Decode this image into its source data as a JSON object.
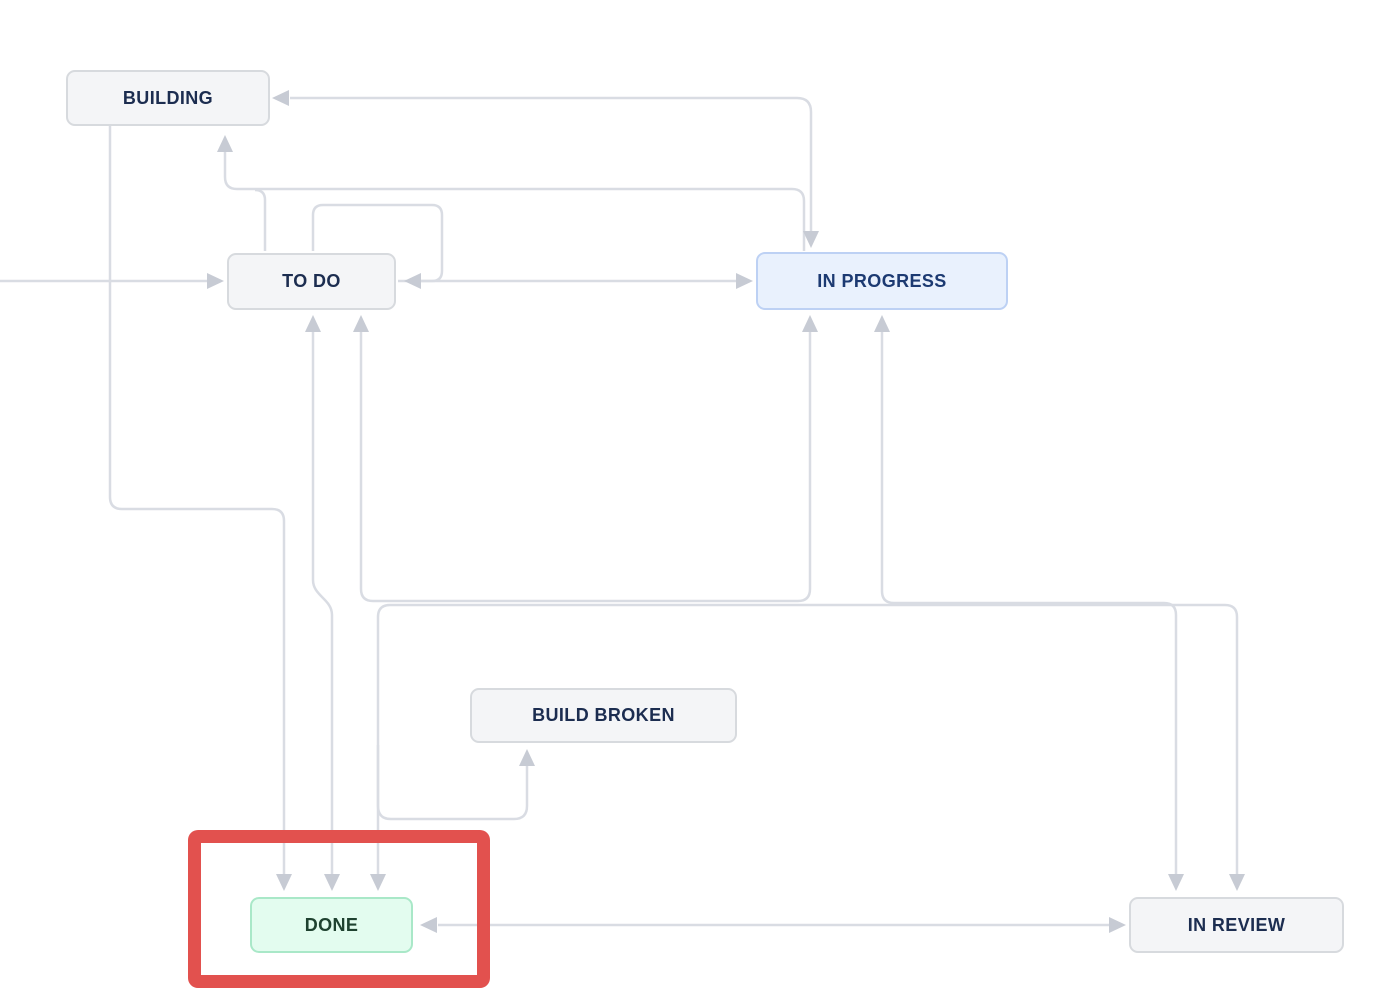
{
  "diagram": {
    "type": "workflow-status-diagram",
    "nodes": [
      {
        "id": "building",
        "label": "BUILDING",
        "category": "default"
      },
      {
        "id": "todo",
        "label": "TO DO",
        "category": "default"
      },
      {
        "id": "inprogress",
        "label": "IN PROGRESS",
        "category": "inprogress"
      },
      {
        "id": "buildbroken",
        "label": "BUILD BROKEN",
        "category": "default"
      },
      {
        "id": "done",
        "label": "DONE",
        "category": "done"
      },
      {
        "id": "inreview",
        "label": "IN REVIEW",
        "category": "default"
      }
    ],
    "arrows": [
      {
        "into": "BUILDING",
        "side": "right"
      },
      {
        "into": "BUILDING",
        "side": "bottom"
      },
      {
        "into": "TO DO",
        "side": "left",
        "note": "enters from left edge of screen"
      },
      {
        "into": "TO DO",
        "side": "right",
        "note": "from self-loop above node"
      },
      {
        "into": "TO DO",
        "side": "bottom",
        "count": 2
      },
      {
        "into": "IN PROGRESS",
        "side": "left",
        "note": "from TO DO"
      },
      {
        "into": "IN PROGRESS",
        "side": "top"
      },
      {
        "into": "IN PROGRESS",
        "side": "bottom",
        "count": 2
      },
      {
        "into": "BUILD BROKEN",
        "side": "bottom"
      },
      {
        "into": "DONE",
        "side": "top",
        "count": 3
      },
      {
        "into": "DONE",
        "side": "right",
        "note": "from IN REVIEW"
      },
      {
        "into": "IN REVIEW",
        "side": "left",
        "note": "from DONE"
      },
      {
        "into": "IN REVIEW",
        "side": "top",
        "count": 2
      }
    ],
    "highlight": {
      "target": "DONE",
      "shape": "rectangle",
      "purpose": "annotation around DONE node"
    }
  },
  "theme": {
    "canvas-bg": "#ffffff",
    "connector-color": "#d9dce3",
    "arrowhead-color": "#c7cbd4",
    "node-bg-default": "#f4f5f7",
    "node-border-default": "#d7dade",
    "node-text-default": "#1c2d50",
    "node-bg-inprogress": "#e9f1fd",
    "node-border-inprogress": "#bdd1f4",
    "node-text-inprogress": "#1c3a72",
    "node-bg-done": "#e3fcef",
    "node-border-done": "#a9e8c8",
    "node-text-done": "#1f4230",
    "highlight-color": "#e2514e"
  }
}
